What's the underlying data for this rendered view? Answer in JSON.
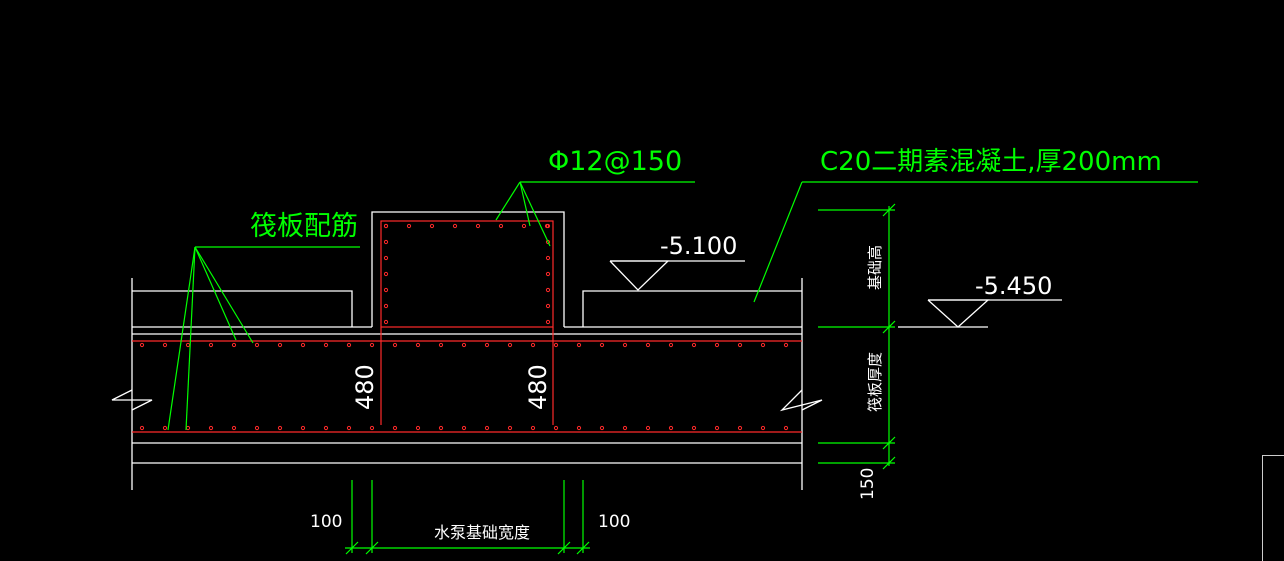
{
  "labels": {
    "rebar_spec": "Φ12@150",
    "concrete_note": "C20二期素混凝土,厚200mm",
    "raft_rebar": "筏板配筋",
    "elev_top": "-5.100",
    "elev_right": "-5.450",
    "dim_480_left": "480",
    "dim_480_right": "480",
    "dim_100_left": "100",
    "dim_100_right": "100",
    "pump_width": "水泵基础宽度",
    "foundation_height": "基础高",
    "raft_thickness": "筏板厚度",
    "dim_150": "150"
  },
  "colors": {
    "background": "#000000",
    "outline": "#ffffff",
    "rebar": "#ff2a2a",
    "annotation": "#00ff00"
  }
}
